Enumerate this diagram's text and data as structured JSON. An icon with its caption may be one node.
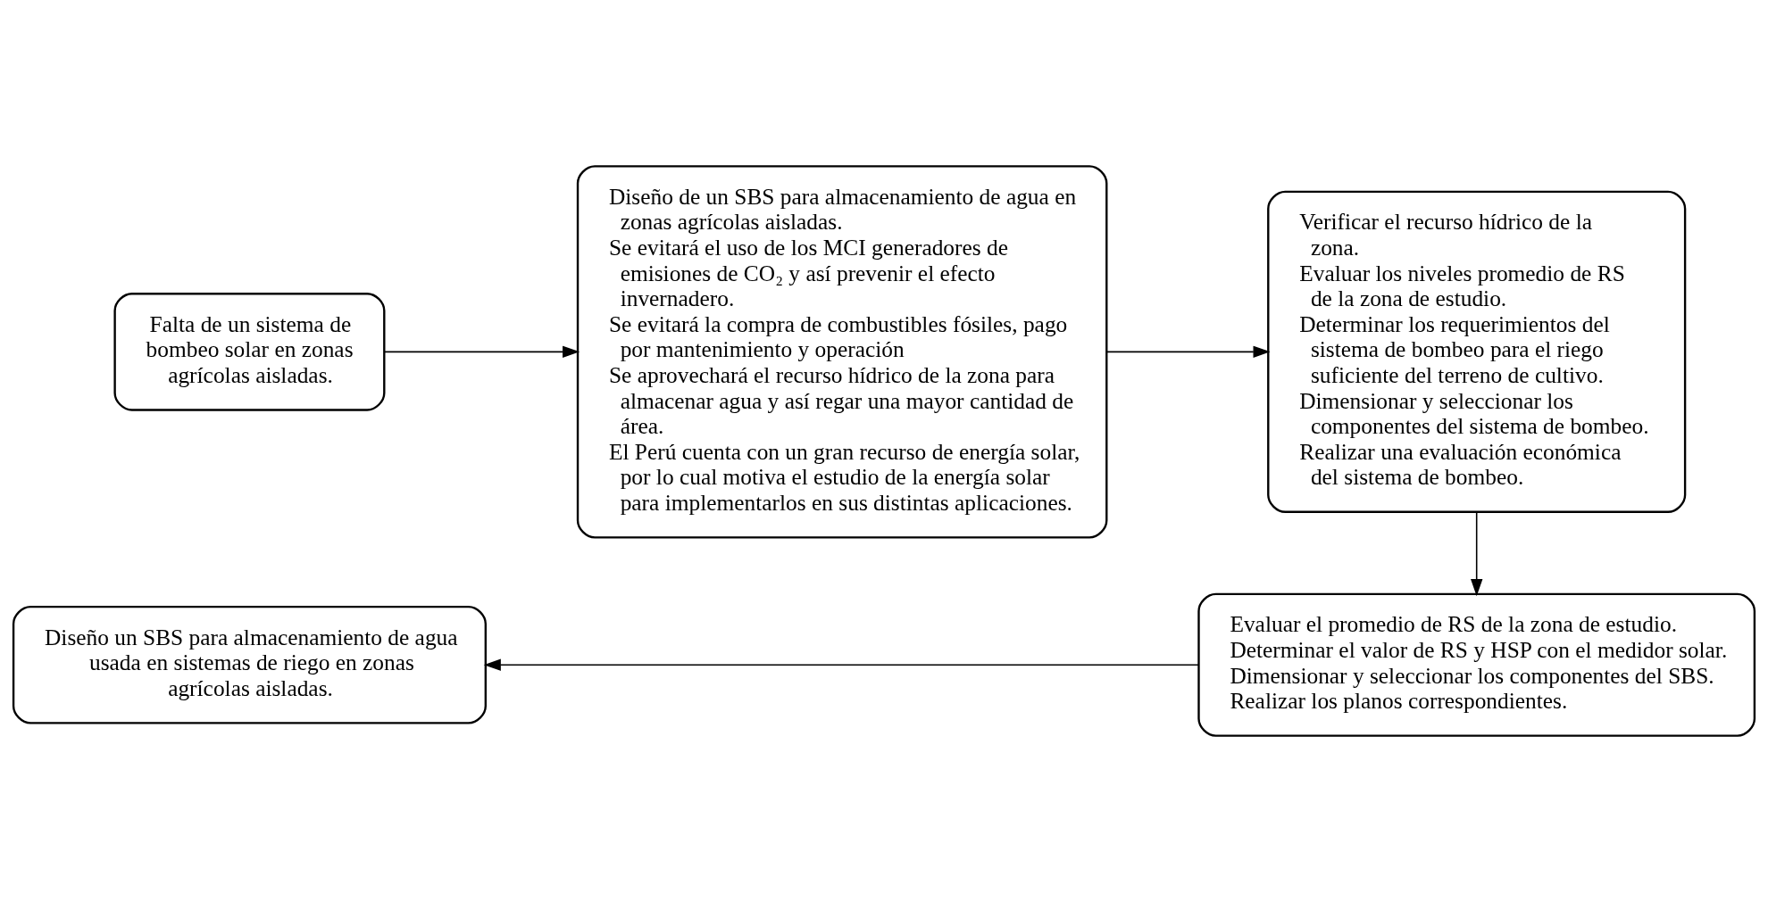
{
  "diagram": {
    "nodes": [
      {
        "text": [
          "Falta de un sistema de bombeo solar en zonas agrícolas aisladas."
        ]
      },
      {
        "text": [
          "Diseño de un SBS para almacenamiento de agua en zonas agrícolas aisladas.",
          "Se evitará el uso de los MCI generadores de emisiones de CO₂ y así prevenir el efecto invernadero.",
          "Se evitará la compra de combustibles fósiles, pago por mantenimiento y operación",
          "Se aprovechará el recurso hídrico de la zona para almacenar agua y así regar una mayor cantidad de área.",
          "El Perú cuenta con un gran recurso de energía solar, por lo cual motiva el estudio de la energía solar para implementarlos en sus distintas aplicaciones."
        ]
      },
      {
        "text": [
          "Verificar el recurso hídrico de la zona.",
          "Evaluar los niveles promedio de RS de la zona de estudio.",
          "Determinar los requerimientos del sistema de bombeo para el riego suficiente del terreno de cultivo.",
          "Dimensionar y seleccionar los componentes del sistema de bombeo.",
          "Realizar una evaluación económica del sistema de bombeo."
        ]
      },
      {
        "text": [
          "Evaluar el promedio de RS de la zona de estudio.",
          "Determinar el valor de RS y HSP con el medidor solar.",
          "Dimensionar y seleccionar los componentes del SBS.",
          "Realizar los planos correspondientes."
        ]
      },
      {
        "text": [
          "Diseño un SBS para almacenamiento de agua usada en sistemas de riego en zonas agrícolas aisladas."
        ]
      }
    ],
    "edges": [
      {
        "from": 0,
        "to": 1,
        "arrow": "to"
      },
      {
        "from": 1,
        "to": 2,
        "arrow": "to"
      },
      {
        "from": 2,
        "to": 3,
        "arrow": "to"
      },
      {
        "from": 3,
        "to": 4,
        "arrow": "to"
      }
    ]
  }
}
